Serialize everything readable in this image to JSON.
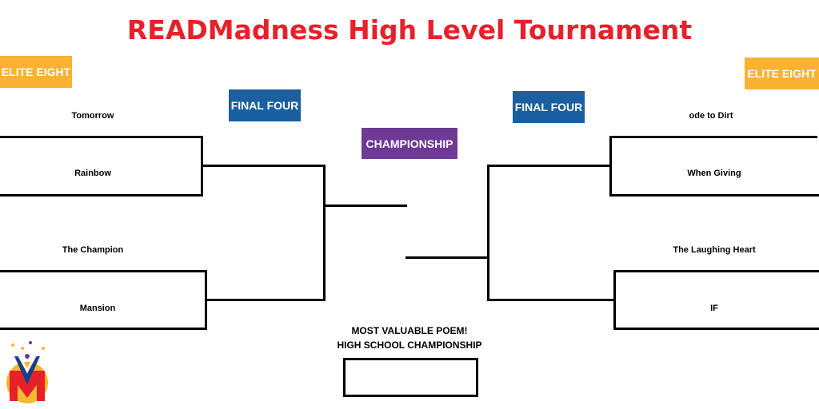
{
  "title": "READMadness High Level Tournament",
  "badges": {
    "elite_eight": "ELITE EIGHT",
    "final_four": "FINAL FOUR",
    "championship": "CHAMPIONSHIP"
  },
  "colors": {
    "title": "#e8202a",
    "elite_eight": "#f9b233",
    "final_four": "#1a5fa0",
    "championship": "#6f3996"
  },
  "left": [
    "Tomorrow",
    "Rainbow",
    "The Champion",
    "Mansion"
  ],
  "right": [
    "ode to Dirt",
    "When Giving",
    "The Laughing Heart",
    "IF"
  ],
  "mvp": {
    "line1": "MOST VALUABLE POEM!",
    "line2": "HIGH SCHOOL CHAMPIONSHIP",
    "winner": ""
  }
}
